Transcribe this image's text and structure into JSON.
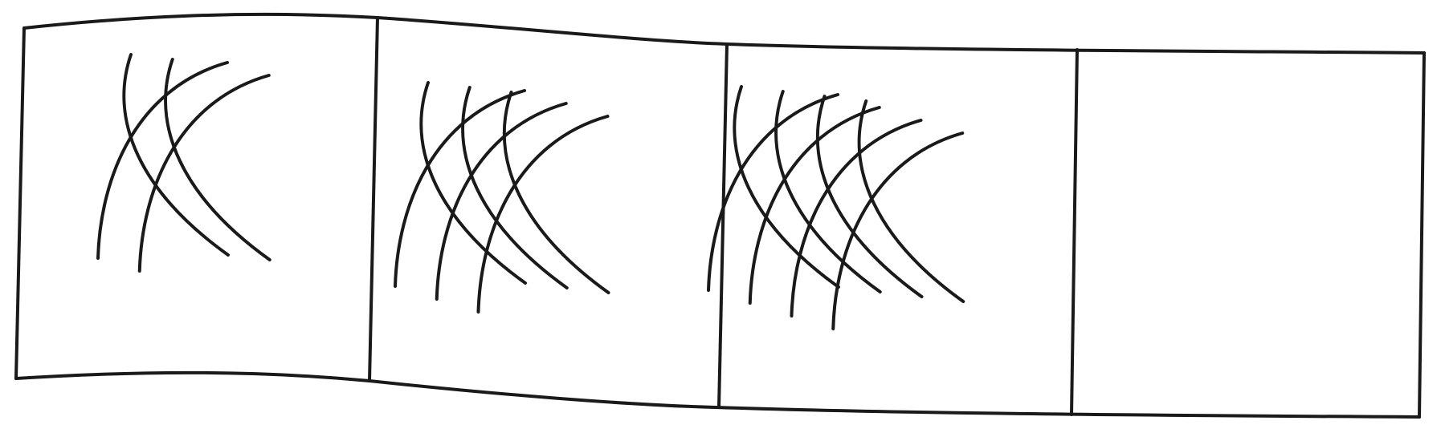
{
  "diagram": {
    "stroke_color": "#1a1a1a",
    "background_color": "#ffffff",
    "panels": [
      {
        "arc_count_per_family": 2
      },
      {
        "arc_count_per_family": 3
      },
      {
        "arc_count_per_family": 4
      },
      {
        "arc_count_per_family": 0
      }
    ]
  }
}
